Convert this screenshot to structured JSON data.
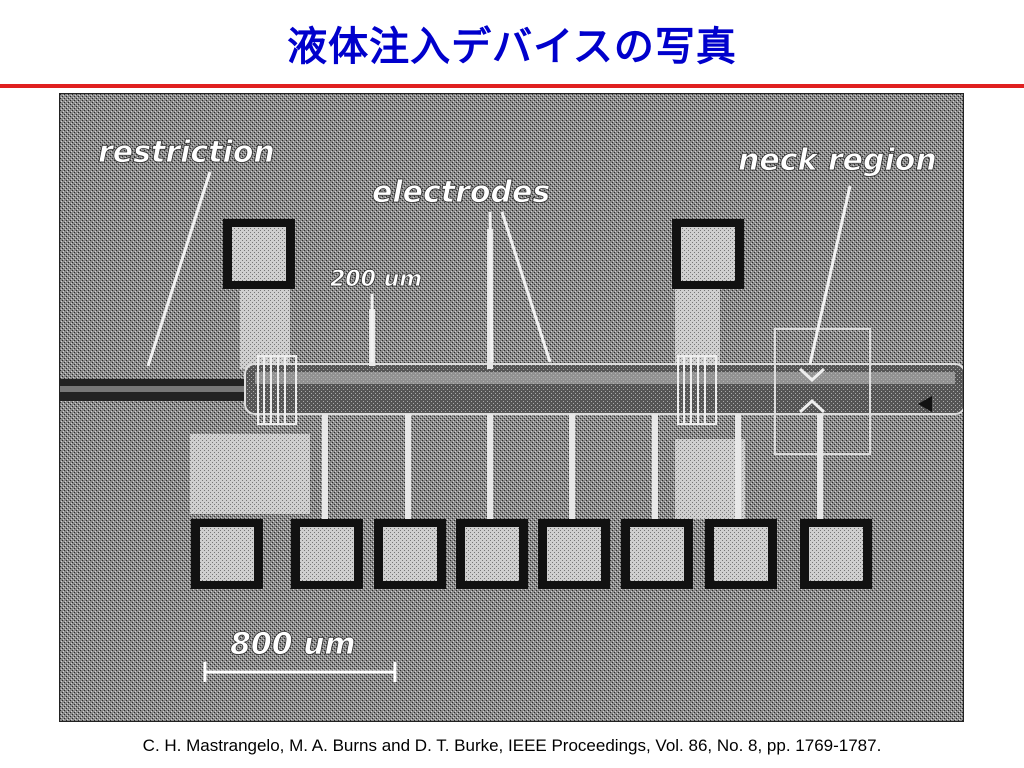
{
  "slide": {
    "title": "液体注入デバイスの写真",
    "caption": "C. H. Mastrangelo, M. A. Burns and D. T. Burke, IEEE Proceedings, Vol. 86, No. 8, pp. 1769-1787."
  },
  "photo": {
    "labels": {
      "restriction": "restriction",
      "electrodes": "electrodes",
      "neck_region": "neck region",
      "channel_width": "200 um",
      "scale_bar": "800 um"
    },
    "electrode_pad_count": 8
  }
}
